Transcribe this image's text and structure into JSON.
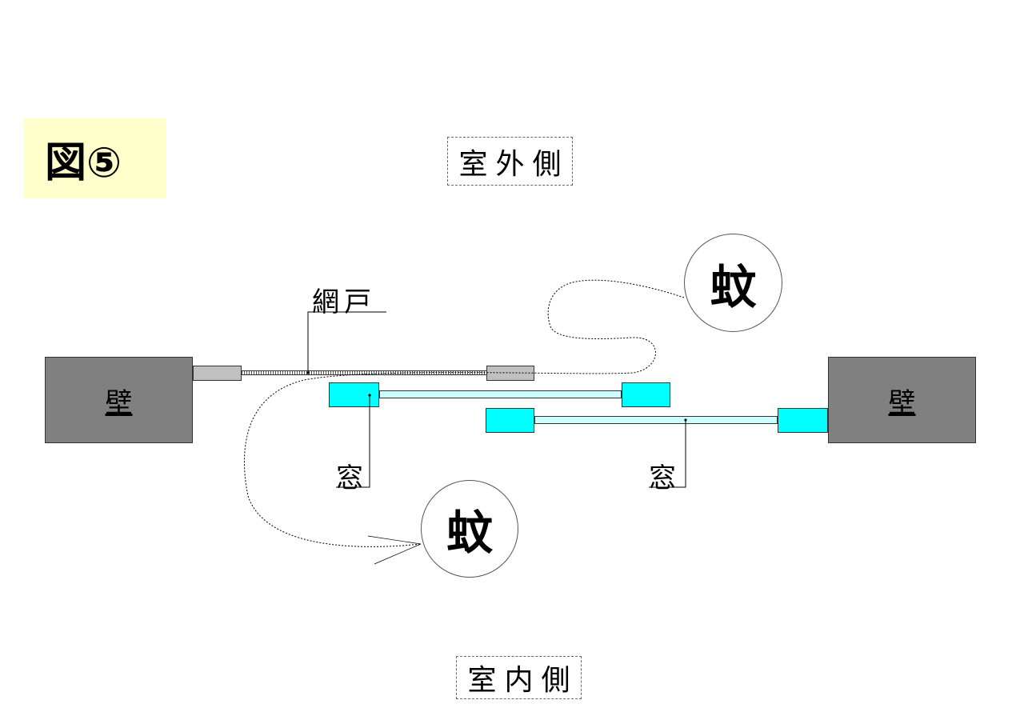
{
  "figure_label": "図⑤",
  "outdoor_label": "室外側",
  "indoor_label": "室内側",
  "wall_left_label": "壁",
  "wall_right_label": "壁",
  "screen_label": "網戸",
  "window_left_label": "窓",
  "window_right_label": "窓",
  "mosquito_outside_label": "蚊",
  "mosquito_inside_label": "蚊",
  "colors": {
    "wall": "#808080",
    "screen_frame": "#c0c0c0",
    "window_frame": "#00ffff",
    "window_glass": "#ccffff",
    "figure_label_bg": "#ffffcc"
  }
}
